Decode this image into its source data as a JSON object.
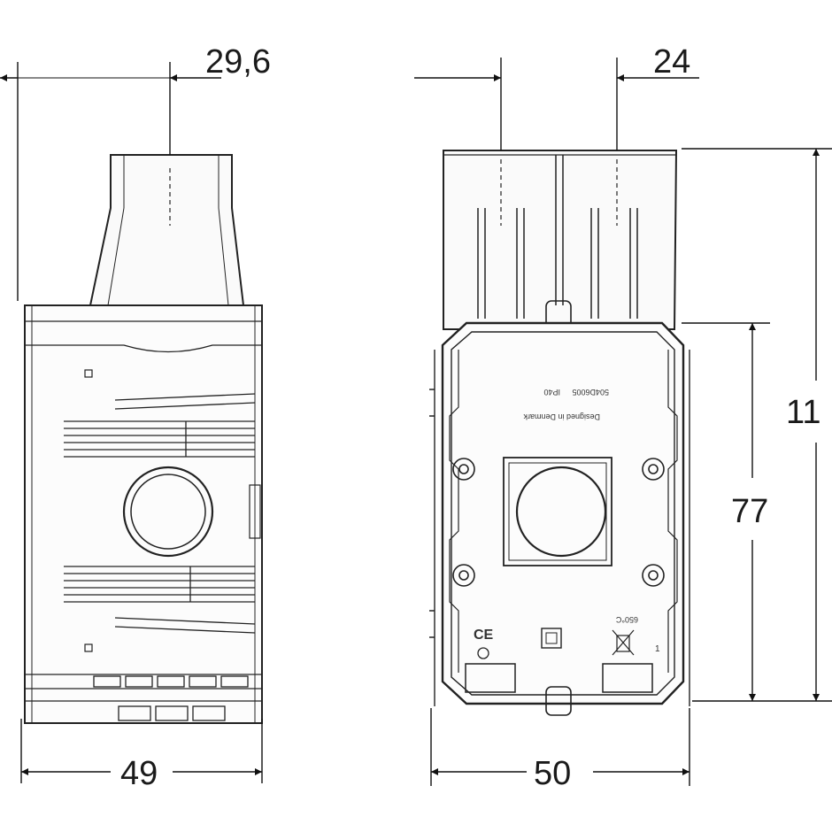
{
  "dimensions": {
    "side_top_width": "29,6",
    "side_width": "49",
    "front_top_width": "24",
    "front_width": "50",
    "front_inner_height": "77",
    "front_total_height": "11"
  },
  "front_label": {
    "line1": "Designed in Denmark",
    "line2": "IP40",
    "line3": "504D6005"
  },
  "markings": {
    "ce": "CE",
    "temp": "650°C",
    "digit": "1"
  }
}
